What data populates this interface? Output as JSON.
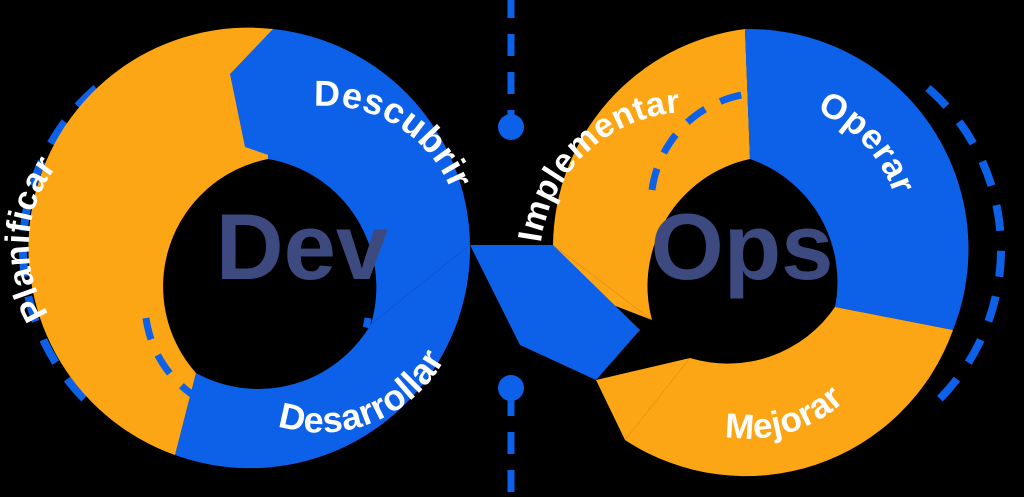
{
  "diagram": {
    "title": "DevOps infinity loop",
    "background_color": "#000000",
    "colors": {
      "orange": "#FCA615",
      "blue": "#0D60E8",
      "navy_text": "#3D4A80",
      "label_text": "#FFFFFF",
      "dashed_accent": "#0D60E8"
    },
    "centers": {
      "dev": "Dev",
      "ops": "Ops"
    },
    "stages": [
      {
        "id": "planificar",
        "label": "Planificar",
        "color": "#FCA615",
        "side": "dev",
        "position": "left"
      },
      {
        "id": "descubrir",
        "label": "Descubrir",
        "color": "#0D60E8",
        "side": "dev",
        "position": "top"
      },
      {
        "id": "implementar",
        "label": "Implementar",
        "color": "#FCA615",
        "side": "ops",
        "position": "top-left"
      },
      {
        "id": "operar",
        "label": "Operar",
        "color": "#0D60E8",
        "side": "ops",
        "position": "top-right"
      },
      {
        "id": "mejorar",
        "label": "Mejorar",
        "color": "#FCA615",
        "side": "ops",
        "position": "bottom-right"
      },
      {
        "id": "desarrollar",
        "label": "Desarrollar",
        "color": "#0D60E8",
        "side": "dev",
        "position": "bottom"
      }
    ],
    "decorations": {
      "center_axis": "vertical-dashed-line",
      "axis_dot_top": "dot",
      "axis_dot_bottom": "dot",
      "outer_arc_left": "dashed-arc",
      "outer_arc_right": "dashed-arc",
      "inner_arc_dev": "dashed-arc",
      "inner_arc_ops": "dashed-arc"
    }
  }
}
